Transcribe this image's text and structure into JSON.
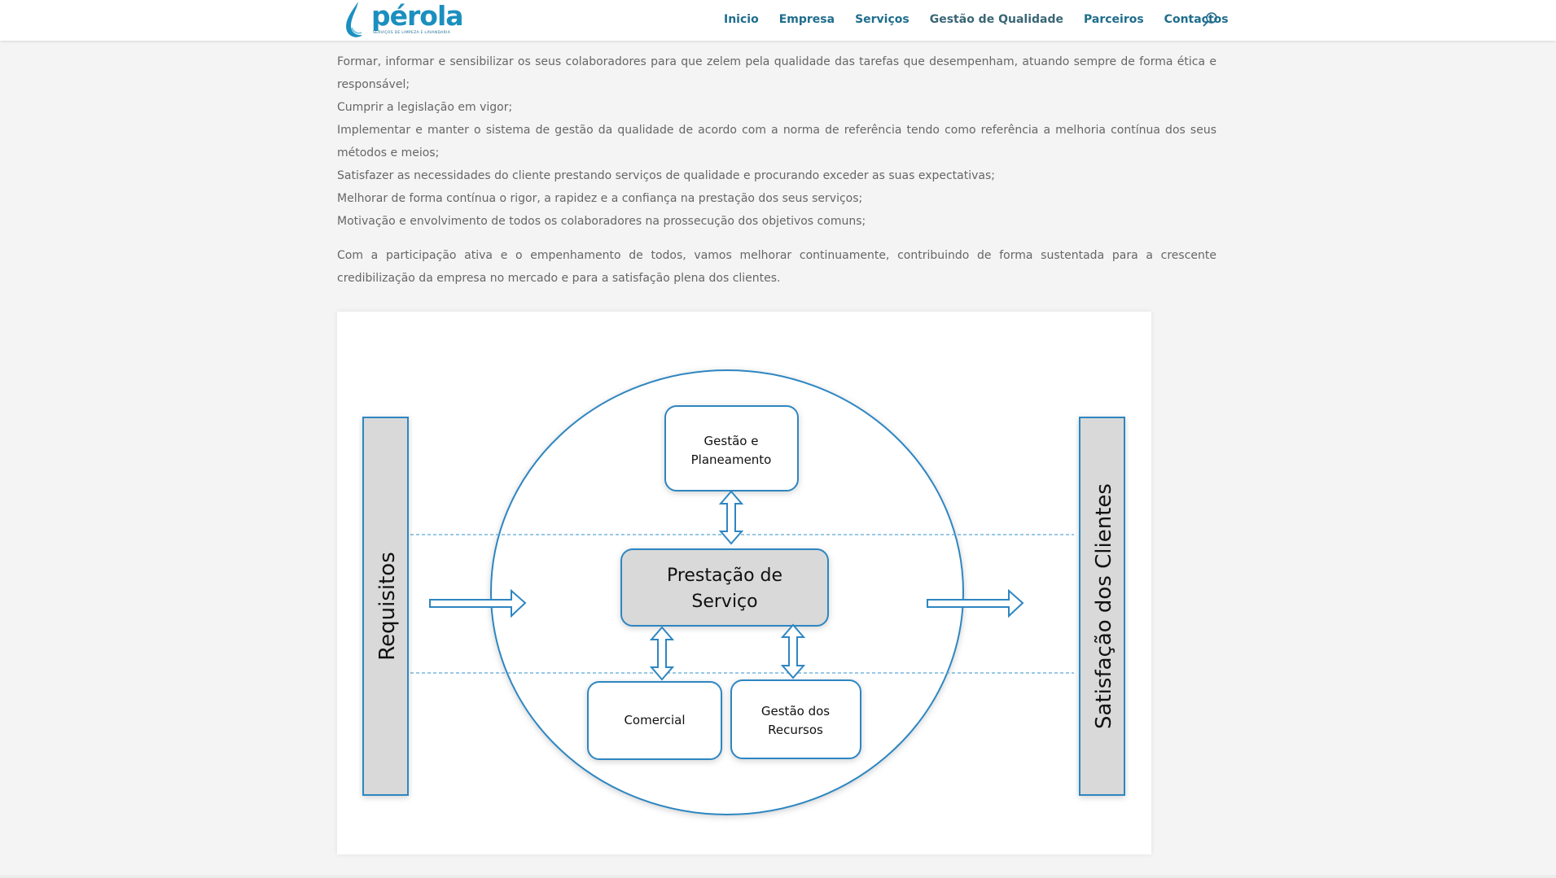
{
  "header": {
    "logo_text": "pérola",
    "logo_tagline": "SERVIÇOS DE LIMPEZA E LAVANDARIA",
    "nav": [
      {
        "label": "Inicio",
        "active": false
      },
      {
        "label": "Empresa",
        "active": false
      },
      {
        "label": "Serviços",
        "active": false
      },
      {
        "label": "Gestão de Qualidade",
        "active": true
      },
      {
        "label": "Parceiros",
        "active": false
      },
      {
        "label": "Contactos",
        "active": false
      }
    ],
    "search_icon": "search-icon"
  },
  "content": {
    "paragraphs": [
      "Formar, informar e sensibilizar os seus colaboradores para que zelem pela qualidade das tarefas que desempenham, atuando sempre de forma ética e responsável;",
      "Cumprir a legislação em vigor;",
      "Implementar e manter o sistema de gestão da qualidade de acordo com a norma de referência tendo como referência a melhoria contínua dos seus métodos e meios;",
      "Satisfazer as necessidades do cliente prestando serviços de qualidade e procurando exceder as suas expectativas;",
      "Melhorar de forma contínua o rigor, a rapidez e a confiança na prestação dos seus serviços;",
      "Motivação e envolvimento de todos os colaboradores na prossecução dos objetivos comuns;"
    ],
    "closing": "Com a participação ativa e o empenhamento de todos, vamos melhorar continuamente, contribuindo de forma sustentada para a crescente credibilização da empresa no mercado e para a satisfação plena dos clientes."
  },
  "diagram": {
    "left_bar": "Requisitos",
    "right_bar": "Satisfação dos Clientes",
    "top_box": [
      "Gestão e",
      "Planeamento"
    ],
    "center_box": [
      "Prestação de",
      "Serviço"
    ],
    "bottom_left_box": "Comercial",
    "bottom_right_box": [
      "Gestão dos",
      "Recursos"
    ]
  },
  "colors": {
    "nav_text": "#1f6d8c",
    "logo_blue": "#1b8fbf",
    "body_text": "#666666",
    "diagram_stroke": "#2e86c1",
    "bar_fill": "#d9d9d9"
  }
}
